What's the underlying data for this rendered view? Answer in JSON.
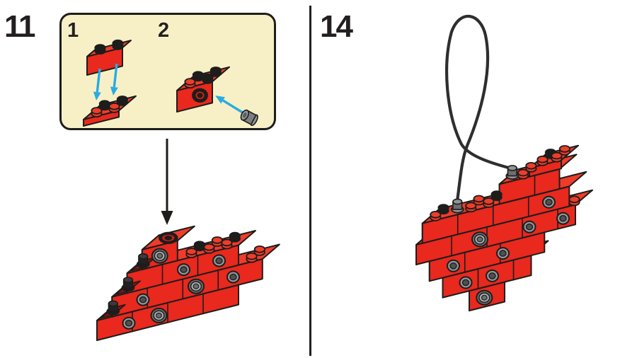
{
  "page": {
    "background": "#ffffff",
    "kind_label": "building-instruction-page"
  },
  "palette": {
    "brick_red_front": "#e9281e",
    "brick_red_top": "#ef3c2a",
    "brick_red_side": "#d11f16",
    "recess_dark_red": "#8c120c",
    "hole_red": "#cf1f16",
    "outline": "#1d1d1b",
    "callout_bg": "#f7f0c6",
    "arrow_blue": "#29abe2",
    "pin_gray_light": "#a7a9ac",
    "pin_gray_mid": "#939598",
    "pin_gray_dark": "#6d6e71",
    "pin_black": "#232021",
    "cord_black": "#2e2e2e",
    "label_black": "#231f20"
  },
  "steps": {
    "left": {
      "number": "11",
      "substeps": [
        {
          "label": "1"
        },
        {
          "label": "2"
        }
      ]
    },
    "right": {
      "number": "14"
    }
  },
  "illustrations": {
    "substep1": "stack red 1x2 brick onto red 2x2 plate",
    "substep2": "insert gray pin into side hole of red 2x2 brick",
    "left_model": "partially built red heart - stepped brick stack with gray pins",
    "right_model": "finished red heart ornament hanging on black cord loop"
  }
}
